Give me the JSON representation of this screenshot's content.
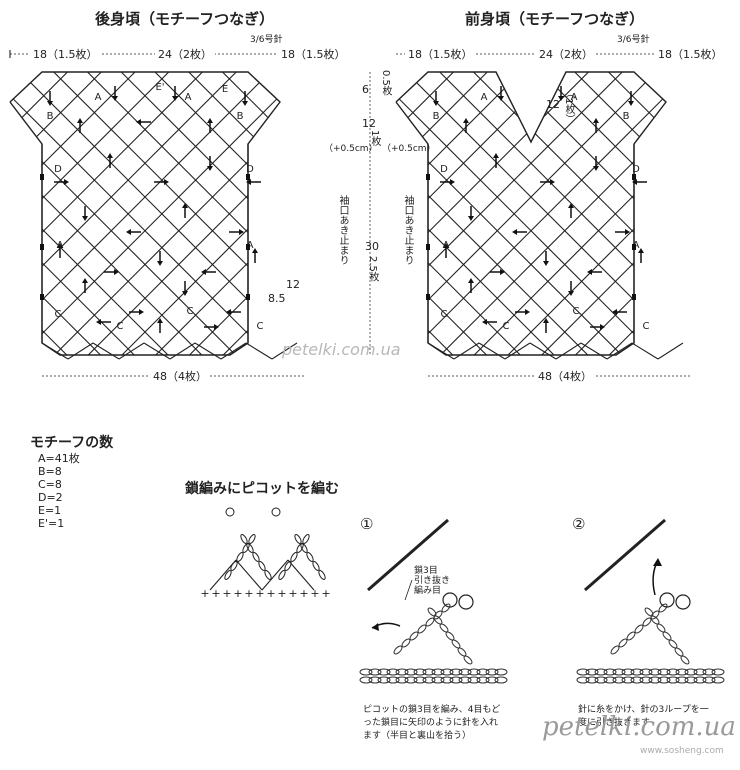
{
  "back": {
    "title": "後身頃（モチーフつなぎ）",
    "hook": "3/6号針",
    "dims_top": [
      "18（1.5枚）",
      "24（2枚）",
      "18（1.5枚）"
    ],
    "dim_bottom": "48（4枚）",
    "dim_inside_12": "12",
    "dim_inside_85": "8.5"
  },
  "front": {
    "title": "前身頃（モチーフつなぎ）",
    "hook": "3/6号針",
    "dims_top": [
      "18（1.5枚）",
      "24（2枚）",
      "18（1.5枚）"
    ],
    "dim_bottom": "48（4枚）",
    "neck_depth": "12（1枚）"
  },
  "middle": {
    "dim_6": "6",
    "dim_6_sub": "0.5枚",
    "dim_12": "12",
    "dim_12_sub": "1枚",
    "extra_left": "（+0.5cm）",
    "extra_right": "（+0.5cm）",
    "dim_30": "30",
    "dim_30_sub": "2.5枚",
    "slit_label": "袖口あき止まり"
  },
  "motif_labels": [
    "A",
    "B",
    "C",
    "D",
    "E",
    "E'"
  ],
  "counts": {
    "title": "モチーフの数",
    "items": [
      "A=41枚",
      "B=8",
      "C=8",
      "D=2",
      "E=1",
      "E'=1"
    ]
  },
  "chain": {
    "title": "鎖編みにピコットを編む"
  },
  "step1": {
    "num": "①",
    "note_lines": [
      "鎖3目",
      "引き抜き",
      "編み目"
    ],
    "caption": [
      "ピコットの鎖3目を編み、4目もど",
      "った鎖目に矢印のように針を入れ",
      "ます（半目と裏山を拾う）"
    ]
  },
  "step2": {
    "num": "②",
    "caption": [
      "針に糸をかけ、針の3ループを一",
      "度に引き抜きます"
    ]
  },
  "watermark": {
    "site": "petelki.com.ua",
    "site_sub": "www.sosheng.com"
  }
}
